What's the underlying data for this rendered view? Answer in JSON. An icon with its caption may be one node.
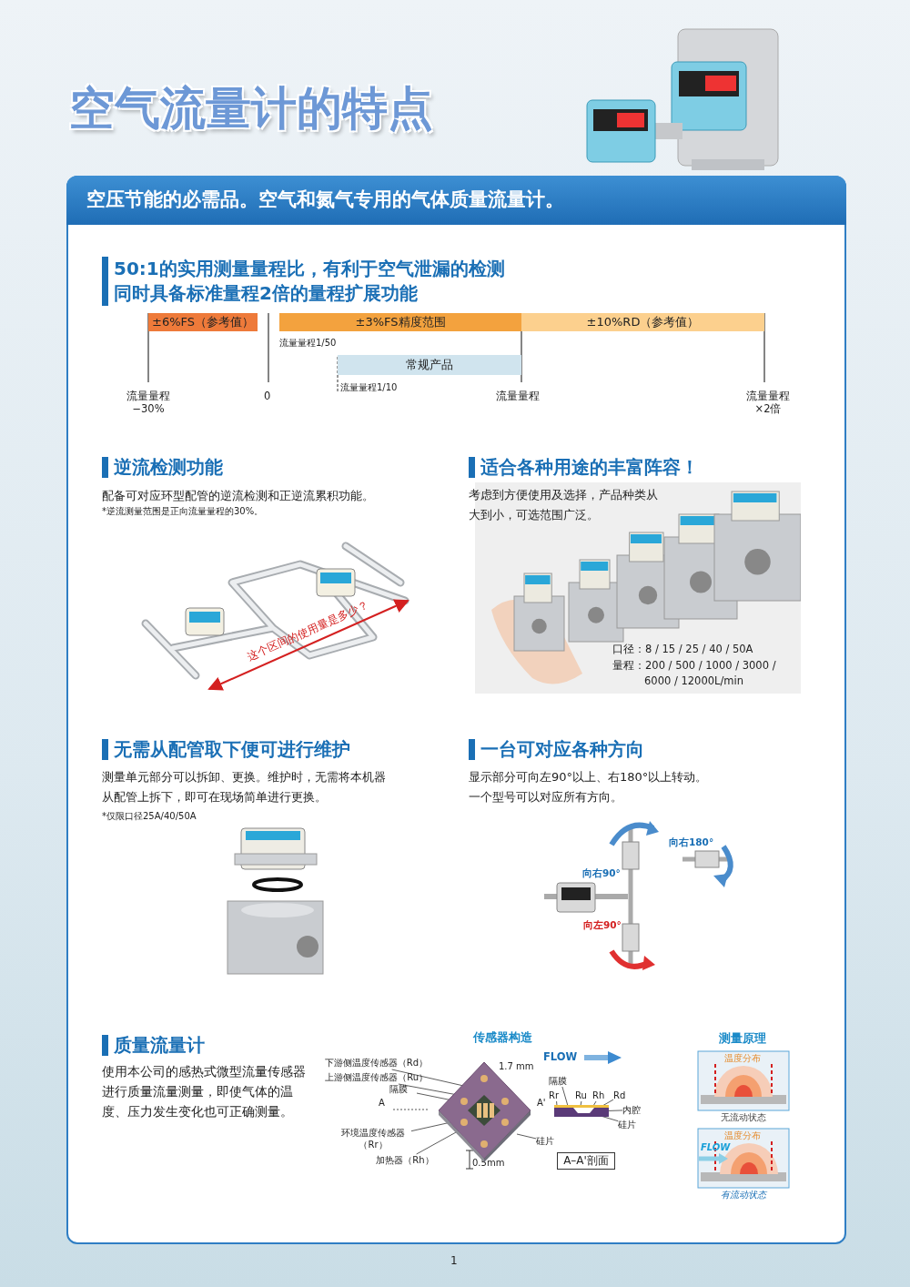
{
  "diagram": {
    "title": "空气流量计的特点",
    "nodes": [
      {
        "text": [
          "±6%FS（参考值）"
        ]
      },
      {
        "text": [
          "±3%FS精度范围"
        ]
      },
      {
        "text": [
          "±10%RD（参考值）"
        ]
      },
      {
        "text": [
          "常规产品"
        ]
      },
      {
        "text": [],
        "shape": "picture"
      },
      {
        "text": [
          "下游侧温度传感器（Rd）"
        ]
      },
      {
        "text": [
          "上游侧温度传感器（Ru）"
        ]
      },
      {
        "text": [
          "隔膜"
        ]
      },
      {
        "text": [
          "环境温度传感器（Rr）"
        ]
      },
      {
        "text": [
          "加热器（Rh）"
        ]
      },
      {
        "text": [
          "硅片"
        ]
      },
      {
        "text": [],
        "shape": "picture"
      },
      {
        "text": [
          "隔膜"
        ]
      },
      {
        "text": [
          "Rr"
        ]
      },
      {
        "text": [
          "Ru"
        ]
      },
      {
        "text": [
          "Rh"
        ]
      },
      {
        "text": [
          "Rd"
        ]
      },
      {
        "text": [
          "内腔"
        ]
      },
      {
        "text": [
          "硅片"
        ]
      }
    ],
    "edges": [
      {
        "from": 5,
        "to": 4,
        "arrow": "none"
      },
      {
        "from": 6,
        "to": 4,
        "arrow": "none"
      },
      {
        "from": 7,
        "to": 4,
        "arrow": "none"
      },
      {
        "from": 8,
        "to": 4,
        "arrow": "none"
      },
      {
        "from": 9,
        "to": 4,
        "arrow": "none"
      },
      {
        "from": 10,
        "to": 4,
        "arrow": "none"
      },
      {
        "from": 12,
        "to": 11,
        "arrow": "none"
      },
      {
        "from": 13,
        "to": 11,
        "arrow": "none"
      },
      {
        "from": 14,
        "to": 11,
        "arrow": "none"
      },
      {
        "from": 15,
        "to": 11,
        "arrow": "none"
      },
      {
        "from": 16,
        "to": 11,
        "arrow": "none"
      },
      {
        "from": 17,
        "to": 11,
        "arrow": "none"
      },
      {
        "from": 18,
        "to": 11,
        "arrow": "none"
      }
    ],
    "labels": [
      "空压节能的必需品。空气和氮气专用的气体质量流量计。",
      "50:1的实用测量量程比，有利于空气泄漏的检测同时具备标准量程2倍的量程扩展功能",
      "流量量程1/50",
      "流量量程1/10",
      "流量量程 −30%",
      "0",
      "流量量程",
      "流量量程 ×2倍",
      "逆流检测功能",
      "配备可对应环型配管的逆流检测和正逆流累积功能。",
      "*逆流测量范围是正向流量量程的30%。",
      "这个区间的使用量是多少？",
      "适合各种用途的丰富阵容！",
      "考虑到方便使用及选择，产品种类从大到小，可选范围广泛。",
      "口径：8 / 15 / 25 / 40 / 50A",
      "量程：200 / 500 / 1000 / 3000 / 6000 / 12000L/min",
      "无需从配管取下便可进行维护",
      "测量单元部分可以拆卸、更换。维护时，无需将本机器从配管上拆下，即可在现场简单进行更换。",
      "*仅限口径25A/40/50A",
      "一台可对应各种方向",
      "显示部分可向左90°以上、右180°以上转动。一个型号可以对应所有方向。",
      "向右180°",
      "向右90°",
      "向左90°",
      "质量流量计",
      "使用本公司的感热式微型流量传感器进行质量流量测量，即使气体的温度、压力发生变化也可正确测量。",
      "传感器构造",
      "A",
      "A'",
      "1.7 mm",
      "0.5mm",
      "FLOW",
      "A–A'剖面",
      "测量原理",
      "温度分布",
      "无流动状态",
      "温度分布",
      "FLOW",
      "有流动状态",
      "1"
    ]
  }
}
